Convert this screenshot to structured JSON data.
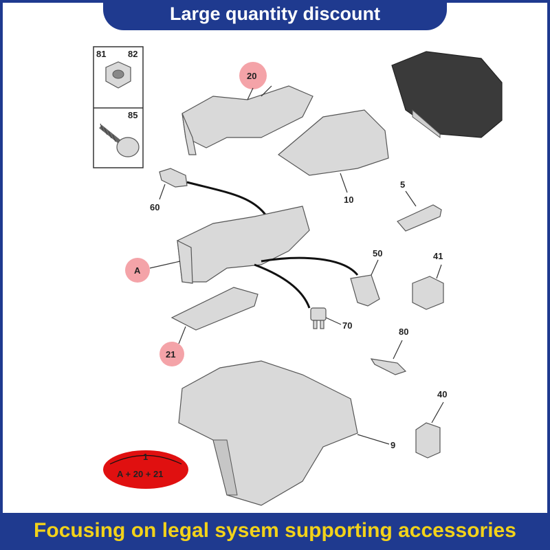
{
  "banner": {
    "top_text": "Large quantity discount",
    "bottom_text": "Focusing on legal sysem supporting accessories"
  },
  "colors": {
    "banner_blue": "#1f3a8f",
    "bottom_text_yellow": "#f2d21a",
    "highlight_pink": "#f4a3a8",
    "assembly_red": "#e01010"
  },
  "callouts": {
    "c81": "81",
    "c82": "82",
    "c85": "85",
    "c20": "20",
    "c10": "10",
    "c60": "60",
    "c5": "5",
    "cA": "A",
    "c50": "50",
    "c41": "41",
    "c70": "70",
    "c80": "80",
    "c21": "21",
    "c40": "40",
    "c9": "9"
  },
  "assembly": {
    "number": "1",
    "formula": "A + 20 + 21"
  }
}
